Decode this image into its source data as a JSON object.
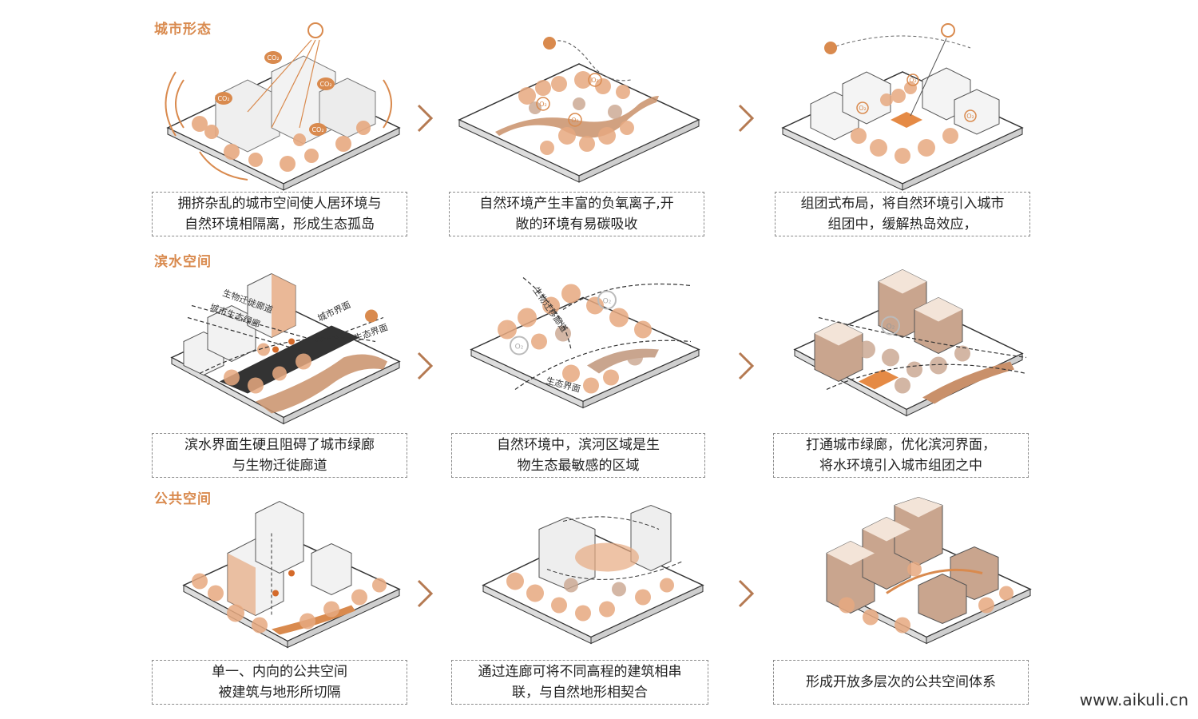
{
  "sections": [
    {
      "title": "城市形态",
      "captions": [
        [
          "拥挤杂乱的城市空间使人居环境与",
          "自然环境相隔离，形成生态孤岛"
        ],
        [
          "自然环境产生丰富的负氧离子,开",
          "敞的环境有易碳吸收"
        ],
        [
          "组团式布局，将自然环境引入城市",
          "组团中，缓解热岛效应，"
        ]
      ]
    },
    {
      "title": "滨水空间",
      "captions": [
        [
          "滨水界面生硬且阻碍了城市绿廊",
          "与生物迁徙廊道"
        ],
        [
          "自然环境中，滨河区域是生",
          "物生态最敏感的区域"
        ],
        [
          "打通城市绿廊，优化滨河界面，",
          "将水环境引入城市组团之中"
        ]
      ]
    },
    {
      "title": "公共空间",
      "captions": [
        [
          "单一、内向的公共空间",
          "被建筑与地形所切隔"
        ],
        [
          "通过连廊可将不同高程的建筑相串",
          "联，与自然地形相契合"
        ],
        [
          "形成开放多层次的公共空间体系"
        ]
      ]
    }
  ],
  "diagram_labels": {
    "co2": "CO₂",
    "o2": "O₂",
    "bio_corridor": "生物迁徙廊道",
    "city_corridor": "城市生态绿廊",
    "city_interface": "城市界面",
    "eco_interface": "生态界面",
    "bio_corridor_2": "生物迁移廊道",
    "eco_interface_2": "生态界面"
  },
  "watermark": "www.aikuli.cn",
  "colors": {
    "accent": "#d98a4e",
    "tree": "#e7a980",
    "tree_dark": "#c9a58e",
    "water": "#c9906a",
    "building": "#ededed",
    "outline": "#333333"
  }
}
